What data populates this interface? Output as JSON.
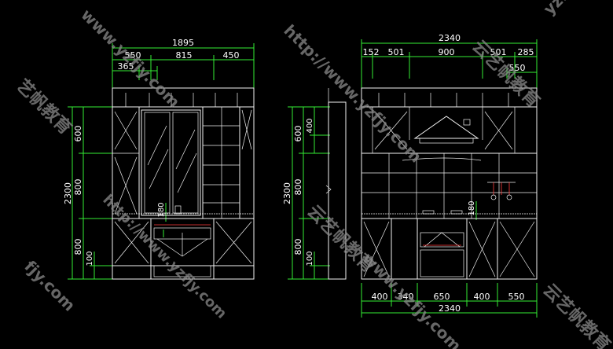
{
  "left_elevation": {
    "top_dims": {
      "total": "1895",
      "seg1": "550",
      "seg2": "815",
      "seg3": "450",
      "sub1": "365"
    },
    "side_dims": {
      "total": "2300",
      "upper": "600",
      "middle": "800",
      "lower": "800",
      "small": "100",
      "tap": "180"
    }
  },
  "right_elevation": {
    "top_dims": {
      "total": "2340",
      "seg1": "152",
      "seg2": "501",
      "seg3": "900",
      "seg4": "501",
      "seg5": "285",
      "sub": "550"
    },
    "side_dims": {
      "total": "2300",
      "upper": "600",
      "inner": "400",
      "middle": "800",
      "lower": "800",
      "small": "100",
      "tap": "180"
    },
    "bottom_dims": {
      "seg1": "400",
      "seg2": "340",
      "seg3": "650",
      "seg4": "400",
      "seg5": "550",
      "total": "2340"
    }
  },
  "watermarks": {
    "site": "www.yzfjy.com",
    "site_http": "http://www.yzfjy.com",
    "brand": "云艺帆教育",
    "site_short": "fjy.com",
    "site_tail": "yzfjy",
    "brand_short": "艺帆教育"
  },
  "colors": {
    "background": "#000000",
    "linework": "#f2f2f2",
    "dimension": "#33ee33",
    "accent": "#ff3b3b",
    "watermark": "#8a8a8a"
  }
}
